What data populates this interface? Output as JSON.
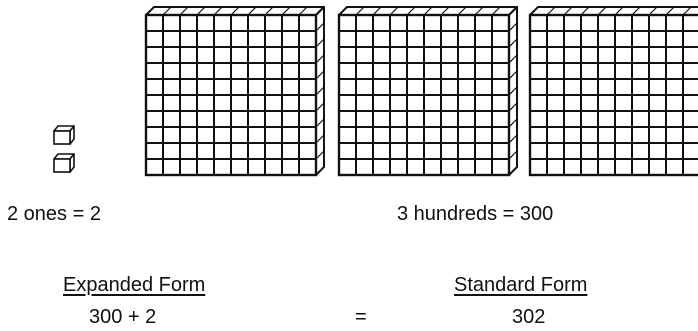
{
  "ones": {
    "count": 2,
    "label": "2 ones = 2"
  },
  "hundreds": {
    "count": 3,
    "label": "3 hundreds = 300"
  },
  "expanded": {
    "heading": "Expanded Form",
    "value": "300 + 2"
  },
  "equals": "=",
  "standard": {
    "heading": "Standard Form",
    "value": "302"
  }
}
